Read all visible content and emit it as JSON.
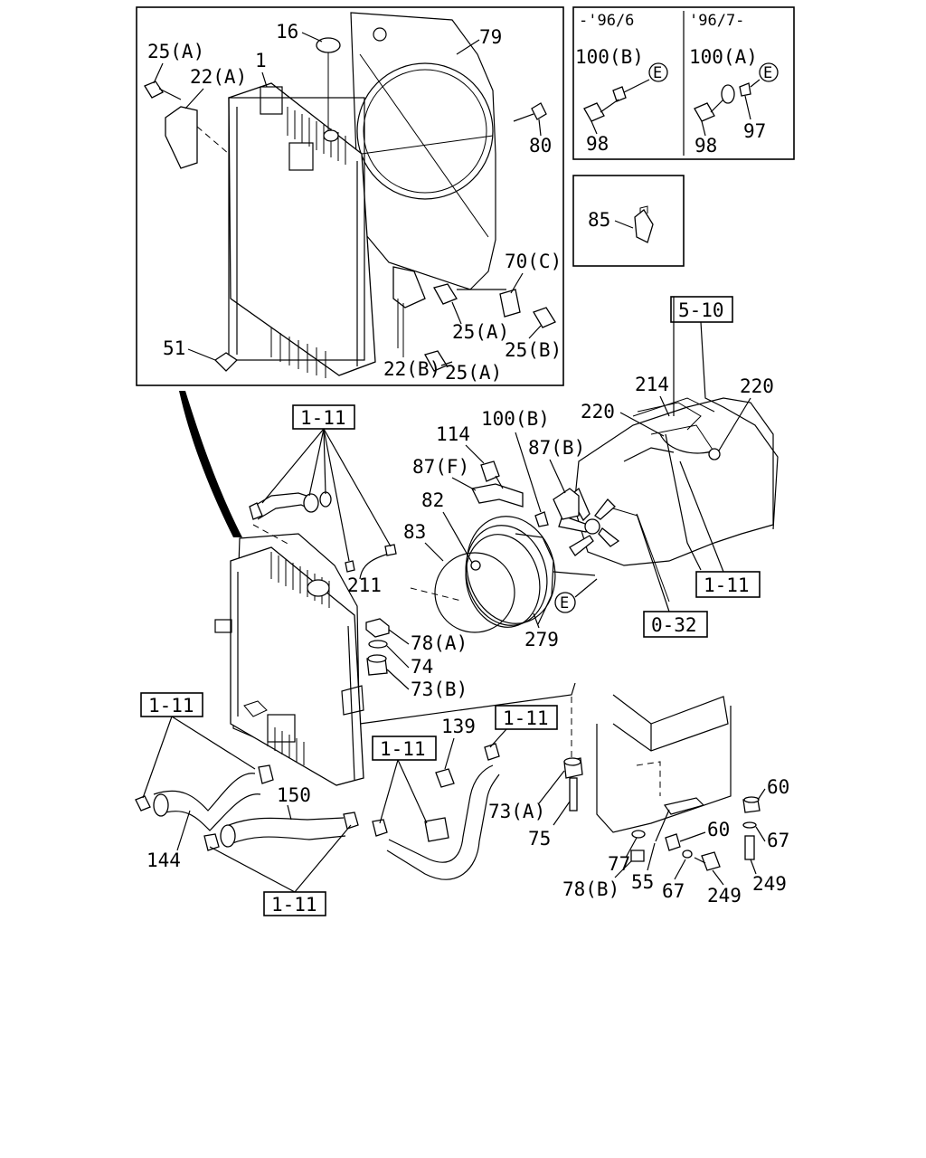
{
  "inset_top_left": {
    "label": "-'96/6",
    "parts": [
      "100(B)",
      "98"
    ],
    "ref": "E"
  },
  "inset_top_right": {
    "label": "'96/7-",
    "parts": [
      "100(A)",
      "97",
      "98"
    ],
    "ref": "E"
  },
  "inset_clip": {
    "parts": [
      "85"
    ]
  },
  "radiator_box_labels": {
    "p16": "16",
    "p79": "79",
    "p25a_top": "25(A)",
    "p22a": "22(A)",
    "p1": "1",
    "p80": "80",
    "p70c": "70(C)",
    "p51": "51",
    "p25a_mid": "25(A)",
    "p25b": "25(B)",
    "p22b": "22(B)",
    "p25a_bot": "25(A)"
  },
  "boxed_refs": {
    "r510": "5-10",
    "r111_top": "1-11",
    "r111_right": "1-11",
    "r032": "0-32",
    "r111_left": "1-11",
    "r111_mid": "1-11",
    "r111_hose": "1-11",
    "r111_bottom": "1-11"
  },
  "main_labels": {
    "p214": "214",
    "p220_left": "220",
    "p220_right": "220",
    "p114": "114",
    "p100b": "100(B)",
    "p87b": "87(B)",
    "p87f": "87(F)",
    "p82": "82",
    "p83": "83",
    "p211": "211",
    "p78a": "78(A)",
    "p74": "74",
    "p73b": "73(B)",
    "p279": "279",
    "p139": "139",
    "p73a": "73(A)",
    "p75": "75",
    "p150": "150",
    "p144": "144",
    "p60_top": "60",
    "p60_mid": "60",
    "p67_right": "67",
    "p67_mid": "67",
    "p77": "77",
    "p78b": "78(B)",
    "p55": "55",
    "p249_mid": "249",
    "p249_right": "249"
  },
  "circle_refs": {
    "e1": "E",
    "e2": "E",
    "e3": "E"
  }
}
